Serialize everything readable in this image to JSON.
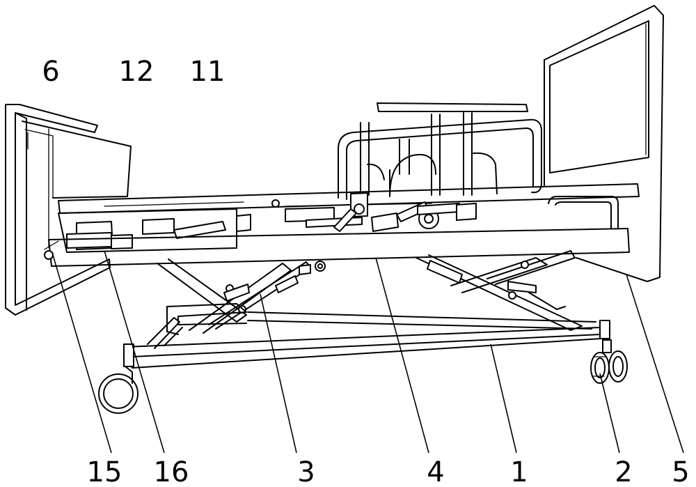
{
  "figure": {
    "callouts": {
      "c6": "6",
      "c12": "12",
      "c11": "11",
      "c15": "15",
      "c16": "16",
      "c3": "3",
      "c4": "4",
      "c1": "1",
      "c2": "2",
      "c5": "5"
    }
  }
}
